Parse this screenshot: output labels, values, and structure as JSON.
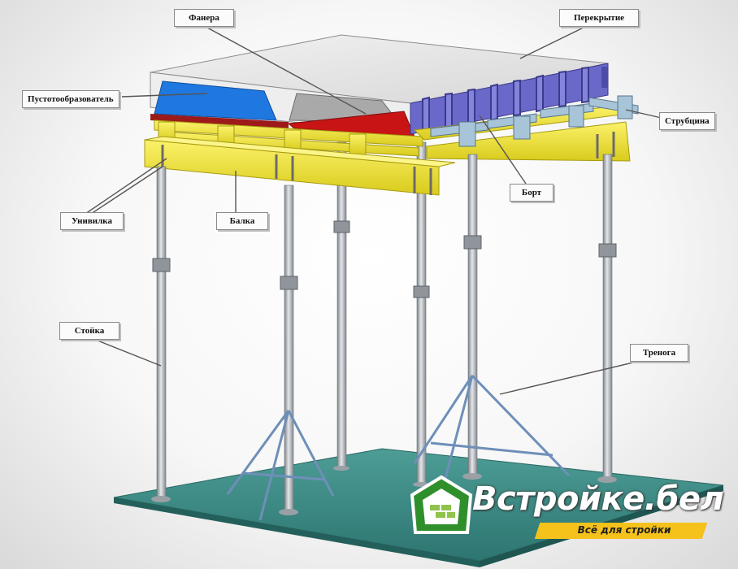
{
  "labels": {
    "fanera": "Фанера",
    "perekrytie": "Перекрытие",
    "pustotoobrazovatel": "Пустотообразователь",
    "strubcina": "Струбцина",
    "bort": "Борт",
    "unihvilka": "Унивилка",
    "balka": "Балка",
    "stoika": "Стойка",
    "trenoga": "Тренога"
  },
  "brand": {
    "name": "Встройке.бел",
    "tagline": "Всё для стройки",
    "logo": "house-brick-logo"
  },
  "colors": {
    "floor": "#3b8a84",
    "beam": "#f2e530",
    "slab": "#e6e6e6",
    "void_former": "#1f78e0",
    "plywood": "#c81414",
    "side_form": "#6a69c9",
    "props": "#b3b7bc",
    "brand_green": "#2f8f2b",
    "tagline_yellow": "#f4c21b"
  }
}
